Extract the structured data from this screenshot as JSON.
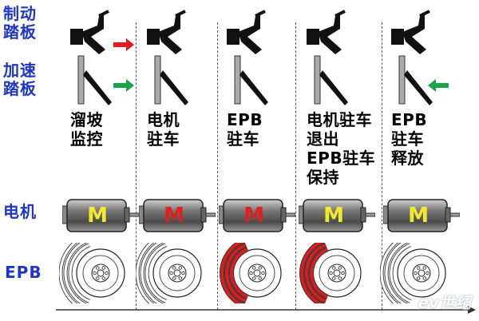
{
  "row_labels": {
    "brake_pedal": "制动\n踏板",
    "accel_pedal": "加速\n踏板",
    "motor": "电机",
    "epb": "EPB"
  },
  "stages": [
    {
      "label": "溜坡\n监控",
      "motor_letter": "M",
      "motor_state": "idle",
      "epb_state": "released",
      "brake_arrow": "right-red",
      "accel_arrow": "right-green"
    },
    {
      "label": "电机\n驻车",
      "motor_letter": "M",
      "motor_state": "active",
      "epb_state": "released",
      "brake_arrow": "none",
      "accel_arrow": "none"
    },
    {
      "label": "EPB\n驻车",
      "motor_letter": "M",
      "motor_state": "active",
      "epb_state": "clamped",
      "brake_arrow": "none",
      "accel_arrow": "none"
    },
    {
      "label": "电机驻车\n退出\nEPB驻车\n保持",
      "motor_letter": "M",
      "motor_state": "idle",
      "epb_state": "clamped",
      "brake_arrow": "none",
      "accel_arrow": "none"
    },
    {
      "label": "EPB\n驻车\n释放",
      "motor_letter": "M",
      "motor_state": "idle",
      "epb_state": "released",
      "brake_arrow": "none",
      "accel_arrow": "left-green"
    }
  ],
  "colors": {
    "label_blue": "#1f35c8",
    "arrow_red": "#e31b1b",
    "arrow_green": "#16a34a",
    "motor_letter_idle": "#f2ea2a",
    "motor_letter_active": "#e11d1d",
    "caliper_active": "#d81e1e"
  },
  "watermark": "ev世纪"
}
